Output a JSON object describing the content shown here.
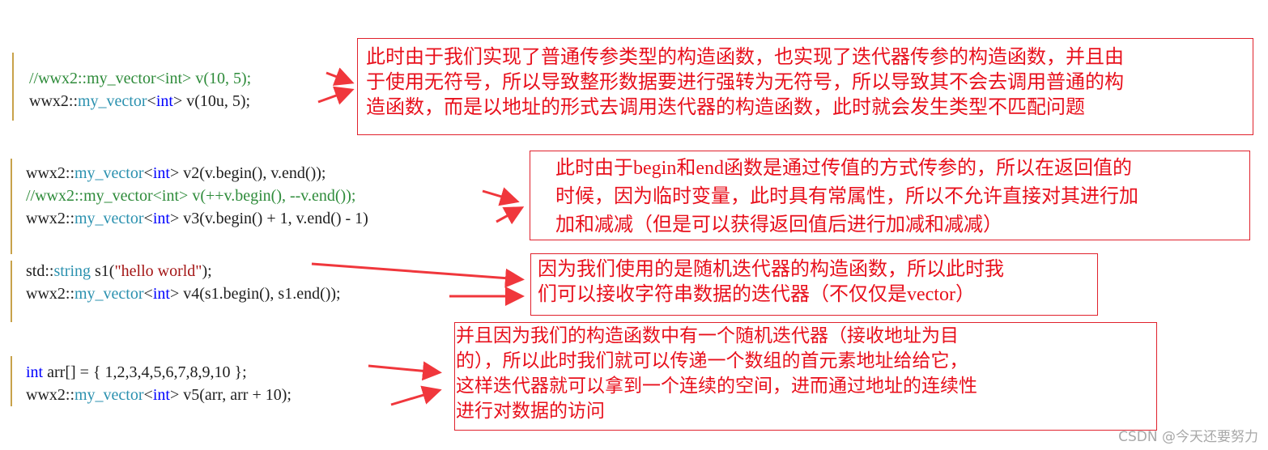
{
  "blocks": [
    {
      "code": [
        {
          "parts": [
            {
              "t": "//wwx2::my_vector<int> v(10, 5);",
              "c": "comment"
            }
          ]
        },
        {
          "parts": [
            {
              "t": "wwx2::",
              "c": ""
            },
            {
              "t": "my_vector",
              "c": "type"
            },
            {
              "t": "<",
              "c": ""
            },
            {
              "t": "int",
              "c": "kw"
            },
            {
              "t": "> v(10u, 5);",
              "c": ""
            }
          ]
        }
      ],
      "note": [
        "此时由于我们实现了普通传参类型的构造函数，也实现了迭代器传参的构造函数，并且由",
        "于使用无符号，所以导致整形数据要进行强转为无符号，所以导致其不会去调用普通的构",
        "造函数，而是以地址的形式去调用迭代器的构造函数，此时就会发生类型不匹配问题"
      ]
    },
    {
      "code": [
        {
          "parts": [
            {
              "t": "wwx2::",
              "c": ""
            },
            {
              "t": "my_vector",
              "c": "type"
            },
            {
              "t": "<",
              "c": ""
            },
            {
              "t": "int",
              "c": "kw"
            },
            {
              "t": "> v2(v.begin(), v.end());",
              "c": ""
            }
          ]
        },
        {
          "parts": [
            {
              "t": "//wwx2::my_vector<int> v(++v.begin(), --v.end());",
              "c": "comment"
            }
          ]
        },
        {
          "parts": [
            {
              "t": "wwx2::",
              "c": ""
            },
            {
              "t": "my_vector",
              "c": "type"
            },
            {
              "t": "<",
              "c": ""
            },
            {
              "t": "int",
              "c": "kw"
            },
            {
              "t": "> v3(v.begin() + 1, v.end() - 1)",
              "c": ""
            }
          ]
        }
      ],
      "note": [
        "此时由于begin和end函数是通过传值的方式传参的，所以在返回值的",
        "时候，因为临时变量，此时具有常属性，所以不允许直接对其进行加",
        "加和减减（但是可以获得返回值后进行加减和减减）"
      ]
    },
    {
      "code": [
        {
          "parts": [
            {
              "t": "std::",
              "c": ""
            },
            {
              "t": "string",
              "c": "type"
            },
            {
              "t": " s1(",
              "c": ""
            },
            {
              "t": "\"hello world\"",
              "c": "str"
            },
            {
              "t": ");",
              "c": ""
            }
          ]
        },
        {
          "parts": [
            {
              "t": "wwx2::",
              "c": ""
            },
            {
              "t": "my_vector",
              "c": "type"
            },
            {
              "t": "<",
              "c": ""
            },
            {
              "t": "int",
              "c": "kw"
            },
            {
              "t": "> v4(s1.begin(), s1.end());",
              "c": ""
            }
          ]
        }
      ],
      "note": [
        "因为我们使用的是随机迭代器的构造函数，所以此时我",
        "们可以接收字符串数据的迭代器（不仅仅是vector）"
      ]
    },
    {
      "code": [
        {
          "parts": [
            {
              "t": "int",
              "c": "kw"
            },
            {
              "t": " arr[] = { 1,2,3,4,5,6,7,8,9,10 };",
              "c": ""
            }
          ]
        },
        {
          "parts": [
            {
              "t": "wwx2::",
              "c": ""
            },
            {
              "t": "my_vector",
              "c": "type"
            },
            {
              "t": "<",
              "c": ""
            },
            {
              "t": "int",
              "c": "kw"
            },
            {
              "t": "> v5(arr, arr + 10);",
              "c": ""
            }
          ]
        }
      ],
      "note": [
        "并且因为我们的构造函数中有一个随机迭代器（接收地址为目",
        "的），所以此时我们就可以传递一个数组的首元素地址给给它，",
        "这样迭代器就可以拿到一个连续的空间，进而通过地址的连续性",
        "进行对数据的访问"
      ]
    }
  ],
  "colors": {
    "annotation_red": "#e8101c",
    "arrow_red": "#f0373c",
    "comment_green": "#2e8b3a",
    "type_teal": "#2b91af",
    "keyword_blue": "#0000ff",
    "string_red": "#a31515",
    "gutter_gold": "#c8a24a"
  },
  "watermark": "CSDN @今天还要努力"
}
